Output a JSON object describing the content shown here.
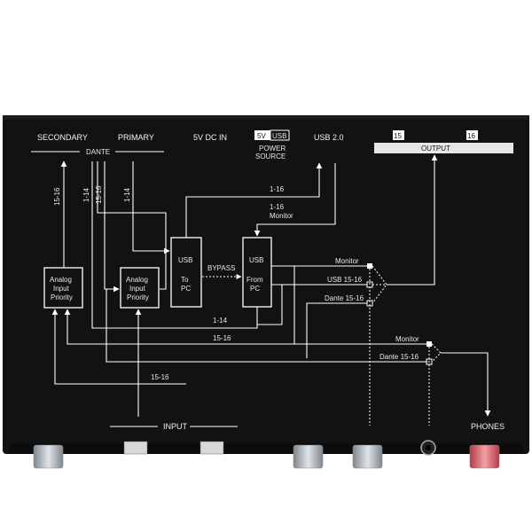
{
  "panel": {
    "top_labels": {
      "secondary": "SECONDARY",
      "primary": "PRIMARY",
      "dc_in": "5V DC IN",
      "power_5v": "5V",
      "power_usb": "USB",
      "power_source_line1": "POWER",
      "power_source_line2": "SOURCE",
      "usb20": "USB 2.0",
      "ch15": "15",
      "ch16": "16",
      "output": "OUTPUT"
    },
    "dante": "DANTE",
    "input": "INPUT",
    "phones": "PHONES"
  },
  "blocks": {
    "analog1": [
      "Analog",
      "Input",
      "Priority"
    ],
    "analog2": [
      "Analog",
      "Input",
      "Priority"
    ],
    "usb_to_pc": [
      "USB",
      "To",
      "PC"
    ],
    "usb_from_pc": [
      "USB",
      "From",
      "PC"
    ]
  },
  "signals": {
    "s15_16_a": "15-16",
    "s1_14_a": "1-14",
    "s15_16_b": "15-16",
    "s1_14_b": "1-14",
    "to_usb": "1-16",
    "monitor_from_usb_1": "1-16",
    "monitor_from_usb_2": "Monitor",
    "bypass": "BYPASS",
    "ret_1_14": "1-14",
    "ret_15_16": "15-16",
    "input_15_16": "15-16",
    "mix_monitor": "Monitor",
    "mix_usb": "USB 15-16",
    "mix_dante": "Dante 15-16",
    "ph_monitor": "Monitor",
    "ph_dante": "Dante 15-16"
  },
  "colors": {
    "panel": "#121212",
    "lines": "#ffffff",
    "output_bar": "#e6e6e6",
    "phones_knob": "#e0606a"
  }
}
